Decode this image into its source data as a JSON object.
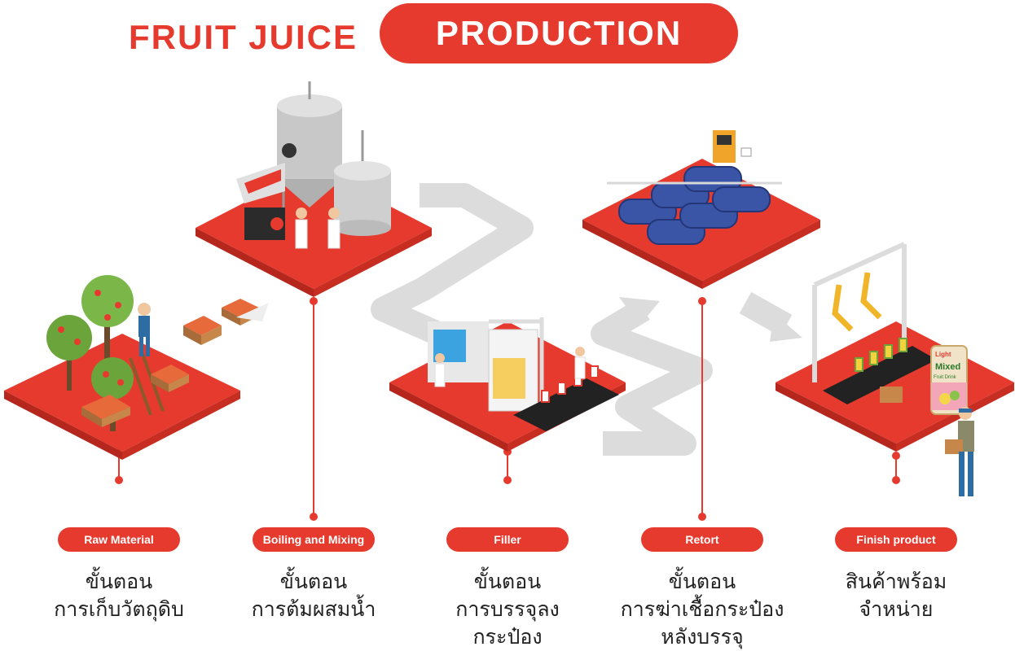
{
  "title": {
    "left": "FRUIT JUICE",
    "pill": "PRODUCTION"
  },
  "colors": {
    "accent": "#e63a2e",
    "flow": "#d9d9d9",
    "dark": "#1a1a1a"
  },
  "stages": [
    {
      "label": "Raw Material",
      "desc1": "ขั้นตอน",
      "desc2": "การเก็บวัตถุดิบ",
      "desc3": ""
    },
    {
      "label": "Boiling and Mixing",
      "desc1": "ขั้นตอน",
      "desc2": "การต้มผสมน้ำ",
      "desc3": ""
    },
    {
      "label": "Filler",
      "desc1": "ขั้นตอน",
      "desc2": "การบรรจุลง",
      "desc3": "กระป๋อง"
    },
    {
      "label": "Retort",
      "desc1": "ขั้นตอน",
      "desc2": "การฆ่าเชื้อกระป๋อง",
      "desc3": "หลังบรรจุ"
    },
    {
      "label": "Finish product",
      "desc1": "สินค้าพร้อม",
      "desc2": "จำหน่าย",
      "desc3": ""
    }
  ],
  "product": {
    "brand": "Light",
    "line1": "Mixed",
    "line2": "Fruit Drink"
  }
}
